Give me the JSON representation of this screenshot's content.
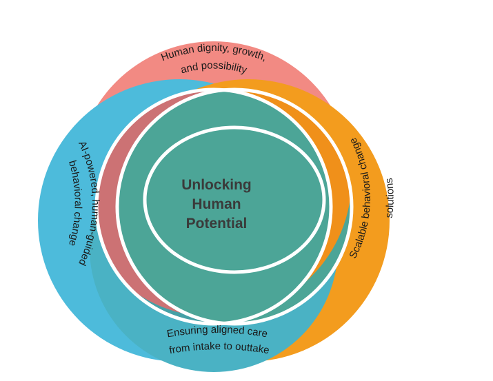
{
  "diagram": {
    "center": {
      "lines": [
        "Unlocking",
        "Human",
        "Potential"
      ]
    },
    "petals": {
      "top": {
        "lines": [
          "Human dignity, growth,",
          "and possibility"
        ],
        "color": "#F28A83"
      },
      "left": {
        "lines": [
          "AI-powered, human-guided",
          "behavioral change"
        ],
        "color": "#4DBBDB"
      },
      "right": {
        "lines": [
          "Scalable behavioral change",
          "solutions"
        ],
        "color": "#F39C1E"
      },
      "bottom": {
        "lines": [
          "Ensuring aligned care",
          "from intake to outtake"
        ],
        "color": "#4AB2C4"
      }
    },
    "overlap_colors": {
      "top_left": "#CC7274",
      "top_right": "#F0901A",
      "left_center": "#45A0A6",
      "center": "#4CA597"
    }
  }
}
